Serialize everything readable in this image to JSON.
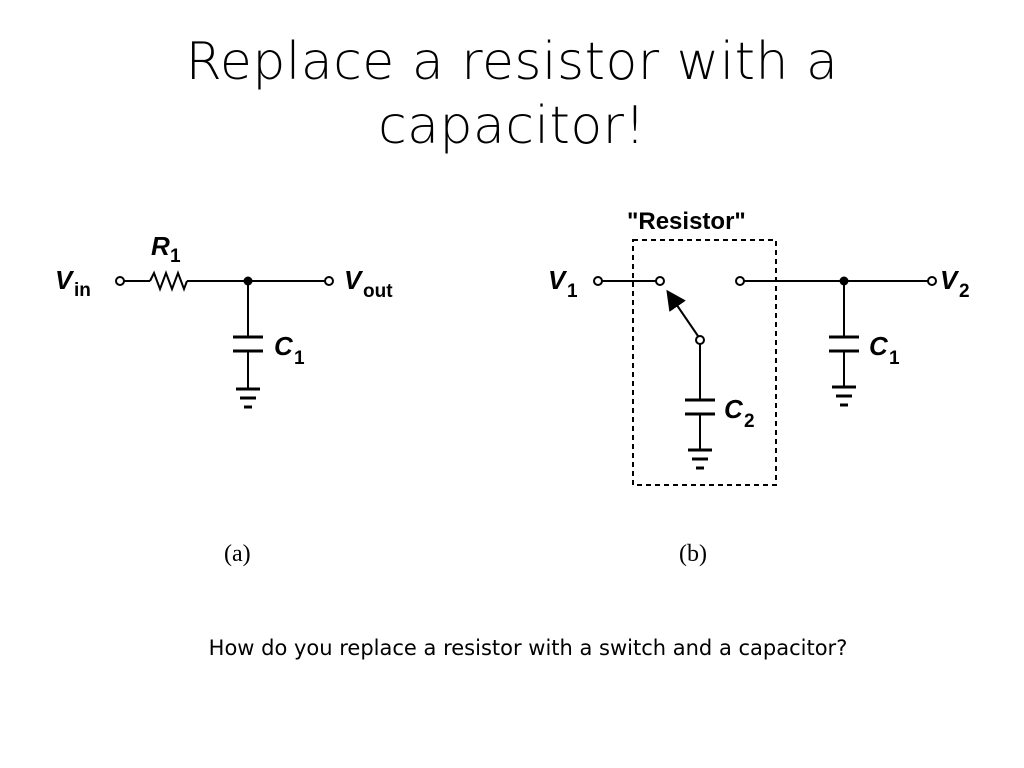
{
  "slide": {
    "title_line1": "Replace a resistor with a",
    "title_line2": "capacitor!",
    "caption": "How do you replace a resistor with a switch and a capacitor?"
  },
  "figure_a": {
    "label": "(a)",
    "vin": "V",
    "vin_sub": "in",
    "vout": "V",
    "vout_sub": "out",
    "r1": "R",
    "r1_sub": "1",
    "c1": "C",
    "c1_sub": "1"
  },
  "figure_b": {
    "label": "(b)",
    "box_label": "\"Resistor\"",
    "v1": "V",
    "v1_sub": "1",
    "v2": "V",
    "v2_sub": "2",
    "c2": "C",
    "c2_sub": "2",
    "c1": "C",
    "c1_sub": "1"
  }
}
